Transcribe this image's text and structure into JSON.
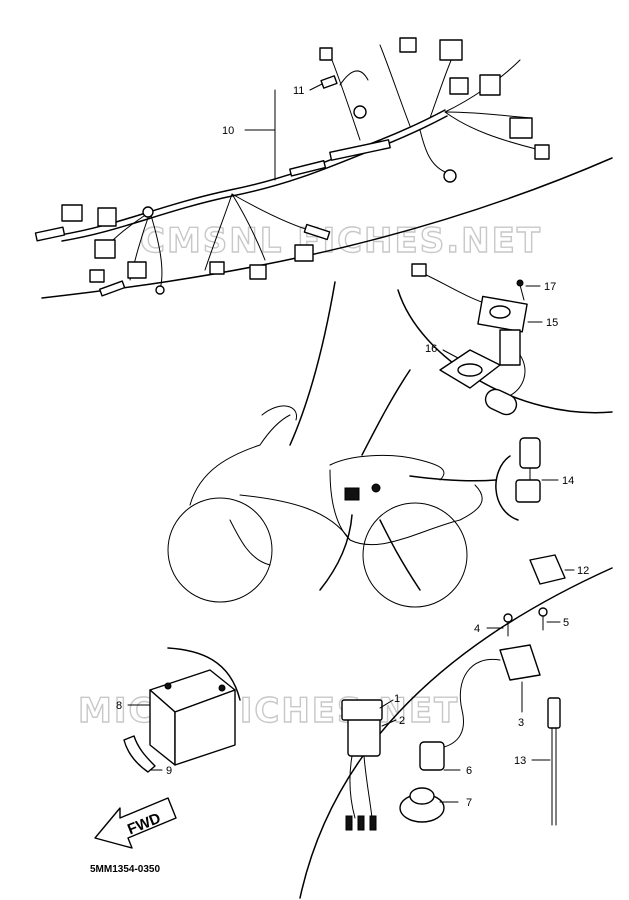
{
  "diagram_code": "5MM1354-0350",
  "direction_label": "FWD",
  "watermarks": [
    "CMSNL FICHES.NET",
    "MICROFICHES.NET"
  ],
  "callouts": [
    {
      "id": "c1",
      "text": "1"
    },
    {
      "id": "c2",
      "text": "2"
    },
    {
      "id": "c3",
      "text": "3"
    },
    {
      "id": "c4",
      "text": "4"
    },
    {
      "id": "c5",
      "text": "5"
    },
    {
      "id": "c6",
      "text": "6"
    },
    {
      "id": "c7",
      "text": "7"
    },
    {
      "id": "c8",
      "text": "8"
    },
    {
      "id": "c9",
      "text": "9"
    },
    {
      "id": "c10",
      "text": "10"
    },
    {
      "id": "c11",
      "text": "11"
    },
    {
      "id": "c12",
      "text": "12"
    },
    {
      "id": "c13",
      "text": "13"
    },
    {
      "id": "c14",
      "text": "14"
    },
    {
      "id": "c15",
      "text": "15"
    },
    {
      "id": "c16",
      "text": "16"
    },
    {
      "id": "c17",
      "text": "17"
    }
  ]
}
